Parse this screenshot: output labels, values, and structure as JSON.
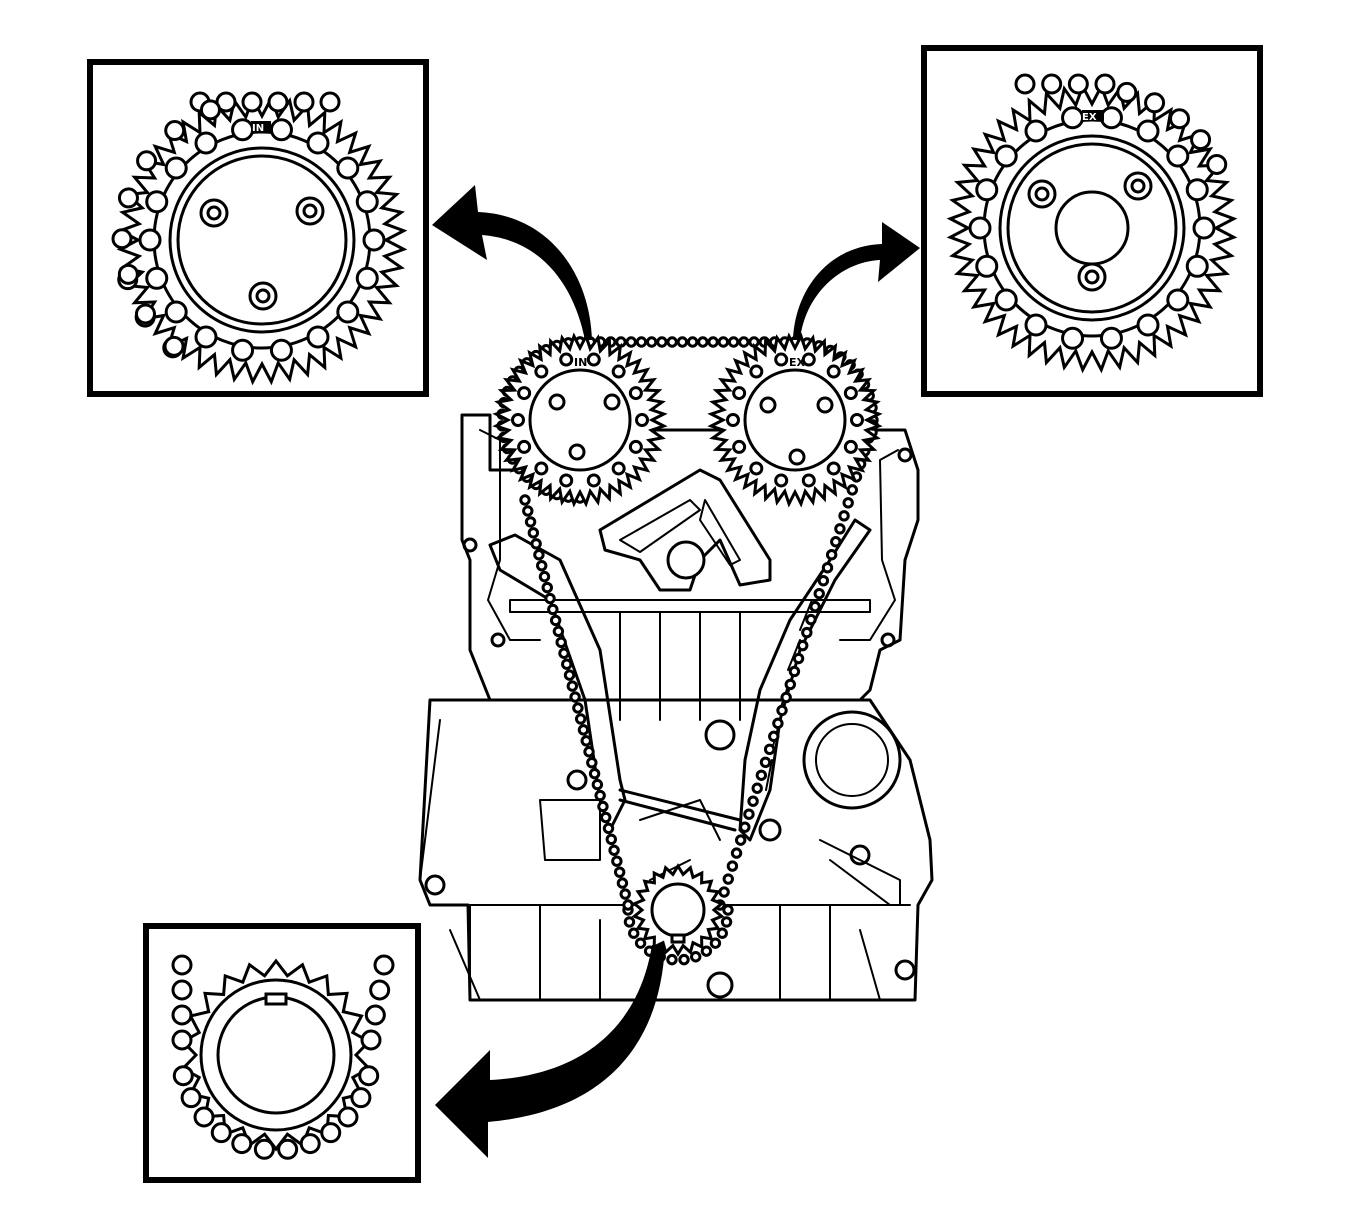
{
  "diagram": {
    "type": "engine-timing-chain-illustration",
    "callouts": [
      {
        "id": "intake-camshaft-sprocket-detail",
        "timing_mark": "IN"
      },
      {
        "id": "exhaust-camshaft-sprocket-detail",
        "timing_mark": "EX"
      },
      {
        "id": "crankshaft-sprocket-detail",
        "timing_mark": ""
      }
    ],
    "main_view": {
      "camshaft_sprocket_marks": [
        "IN",
        "EX"
      ]
    },
    "colors": {
      "ink": "#000000",
      "background": "#ffffff"
    }
  }
}
